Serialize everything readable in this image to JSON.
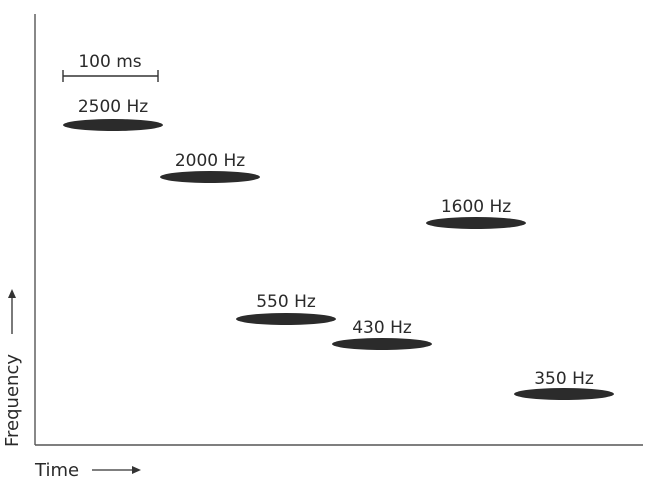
{
  "axes": {
    "x_label": "Time",
    "y_label": "Frequency"
  },
  "scale": {
    "label": "100 ms"
  },
  "tones": [
    {
      "label": "2500 Hz",
      "frequency_hz": 2500
    },
    {
      "label": "2000 Hz",
      "frequency_hz": 2000
    },
    {
      "label": "550 Hz",
      "frequency_hz": 550
    },
    {
      "label": "430 Hz",
      "frequency_hz": 430
    },
    {
      "label": "1600 Hz",
      "frequency_hz": 1600
    },
    {
      "label": "350 Hz",
      "frequency_hz": 350
    }
  ],
  "colors": {
    "tone_bar": "#2b2b2b",
    "axis": "#555555",
    "text": "#2a2a2a"
  }
}
